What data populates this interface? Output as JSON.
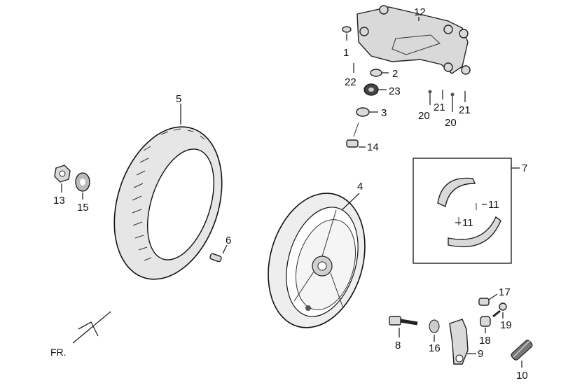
{
  "callouts": {
    "c1": "1",
    "c2": "2",
    "c3": "3",
    "c4": "4",
    "c5": "5",
    "c6": "6",
    "c7": "7",
    "c8": "8",
    "c9": "9",
    "c10": "10",
    "c11a": "11",
    "c11b": "11",
    "c12": "12",
    "c13": "13",
    "c14": "14",
    "c15": "15",
    "c16": "16",
    "c17": "17",
    "c18": "18",
    "c19": "19",
    "c20a": "20",
    "c20b": "20",
    "c21a": "21",
    "c21b": "21",
    "c22": "22",
    "c23": "23"
  },
  "direction": {
    "label": "FR."
  }
}
